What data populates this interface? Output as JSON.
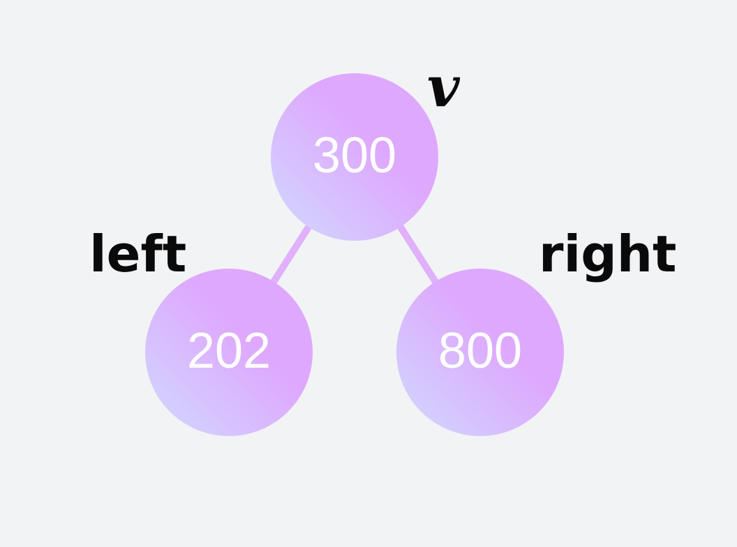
{
  "diagram": {
    "colors": {
      "background": "#f2f3f5",
      "node_gradient_start": "#d2d2fe",
      "node_gradient_end": "#dea8fe",
      "edge": "#e0b0fa",
      "node_text": "#ffffff",
      "label_text": "#0a0a0a"
    },
    "nodes": {
      "root": {
        "value": "300"
      },
      "left": {
        "value": "202"
      },
      "right": {
        "value": "800"
      }
    },
    "labels": {
      "root": "v",
      "left": "left",
      "right": "right"
    }
  }
}
